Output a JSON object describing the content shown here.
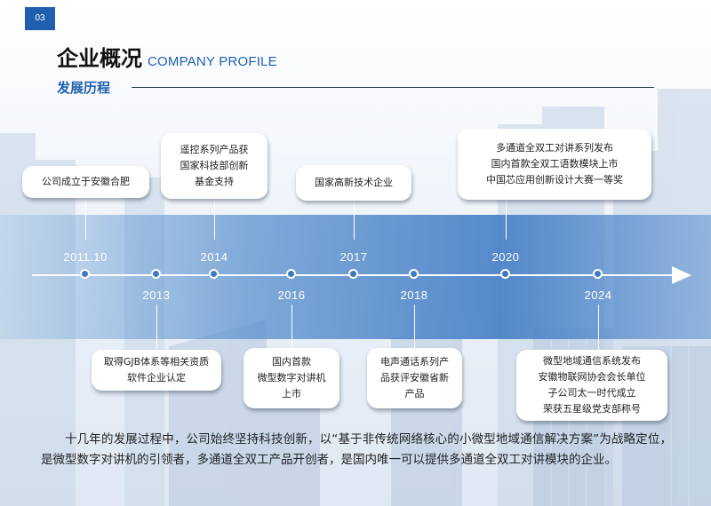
{
  "page_number": "03",
  "header": {
    "title_cn": "企业概况",
    "title_en": "COMPANY PROFILE",
    "subtitle": "发展历程"
  },
  "timeline": {
    "years": [
      "2011.10",
      "2013",
      "2014",
      "2016",
      "2017",
      "2018",
      "2020",
      "2024"
    ],
    "events": [
      {
        "year": "2011.10",
        "lines": [
          "公司成立于安徽合肥"
        ]
      },
      {
        "year": "2013",
        "lines": [
          "取得GJB体系等相关资质",
          "软件企业认定"
        ]
      },
      {
        "year": "2014",
        "lines": [
          "遥控系列产品获",
          "国家科技部创新",
          "基金支持"
        ]
      },
      {
        "year": "2016",
        "lines": [
          "国内首款",
          "微型数字对讲机",
          "上市"
        ]
      },
      {
        "year": "2017",
        "lines": [
          "国家高新技术企业"
        ]
      },
      {
        "year": "2018",
        "lines": [
          "电声通话系列产",
          "品获评安徽省新",
          "产品"
        ]
      },
      {
        "year": "2020",
        "lines": [
          "多通道全双工对讲系列发布",
          "国内首款全双工语数模块上市",
          "中国芯应用创新设计大赛一等奖"
        ]
      },
      {
        "year": "2024",
        "lines": [
          "微型地域通信系统发布",
          "安徽物联网协会会长单位",
          "子公司太一时代成立",
          "荣获五星级党支部称号"
        ]
      }
    ]
  },
  "summary": "十几年的发展过程中，公司始终坚持科技创新，以“基于非传统网络核心的小微型地域通信解决方案”为战略定位，是微型数字对讲机的引领者，多通道全双工产品开创者，是国内唯一可以提供多通道全双工对讲模块的企业。"
}
